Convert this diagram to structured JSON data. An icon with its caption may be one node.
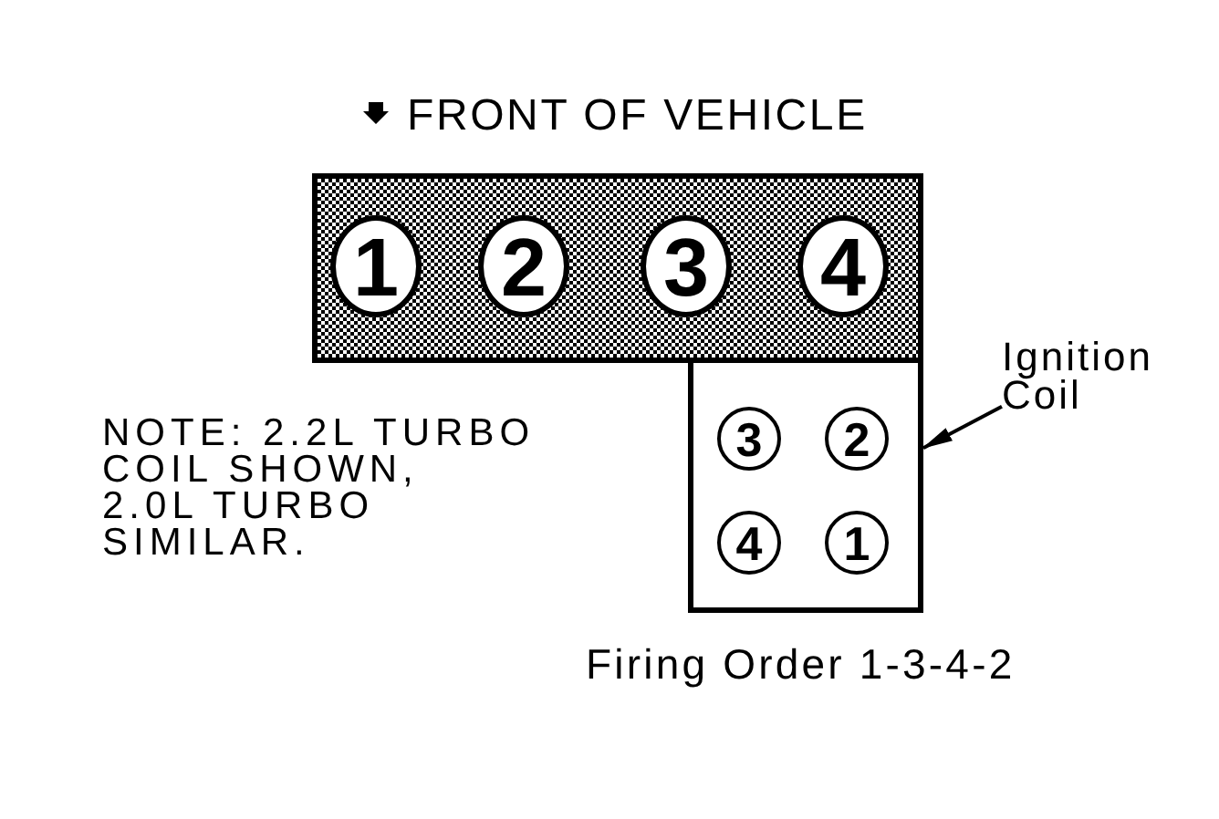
{
  "diagram": {
    "nodes": [
      {
        "text": [],
        "shape": "box"
      },
      {
        "text": [
          "1"
        ],
        "in": 0
      },
      {
        "text": [
          "2"
        ],
        "in": 0
      },
      {
        "text": [
          "3"
        ],
        "in": 0
      },
      {
        "text": [
          "4"
        ],
        "in": 0
      },
      {
        "text": [],
        "shape": "box"
      },
      {
        "text": [
          "3"
        ],
        "in": 5
      },
      {
        "text": [
          "2"
        ],
        "in": 5
      },
      {
        "text": [
          "4"
        ],
        "in": 5
      },
      {
        "text": [
          "1"
        ],
        "in": 5
      },
      {
        "text": [
          "Ignition Coil"
        ]
      }
    ],
    "edges": [
      {
        "from": 10,
        "to": 5,
        "arrow": "to"
      }
    ],
    "labels": [
      "FRONT OF VEHICLE",
      "NOTE: 2.2L TURBO COIL SHOWN, 2.0L TURBO SIMILAR.",
      "Firing Order 1-3-4-2"
    ]
  }
}
